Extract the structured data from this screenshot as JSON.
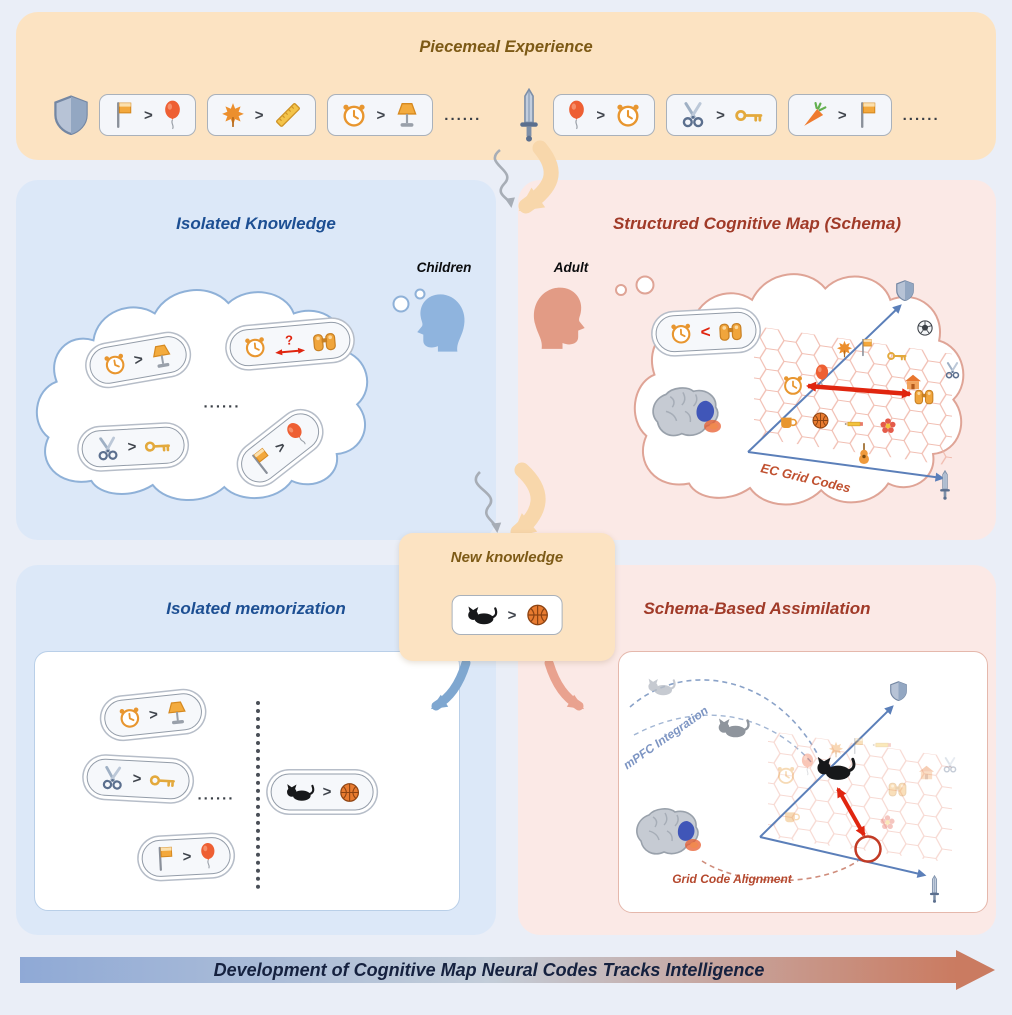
{
  "top": {
    "title": "Piecemeal Experience",
    "ellipsis": "......",
    "left_icon": "shield",
    "mid_icon": "sword",
    "left_pairs": [
      {
        "a": "flag",
        "rel": ">",
        "b": "balloon"
      },
      {
        "a": "leaf",
        "rel": ">",
        "b": "ruler"
      },
      {
        "a": "clock",
        "rel": ">",
        "b": "lamp"
      }
    ],
    "right_pairs": [
      {
        "a": "balloon",
        "rel": ">",
        "b": "clock"
      },
      {
        "a": "scissors",
        "rel": ">",
        "b": "key"
      },
      {
        "a": "carrot",
        "rel": ">",
        "b": "flag"
      }
    ]
  },
  "children": {
    "title": "Isolated Knowledge",
    "person_label": "Children",
    "head_icon": "head",
    "ellipsis": "......",
    "pairs": [
      {
        "a": "clock",
        "rel": ">",
        "b": "lamp"
      },
      {
        "a": "clock",
        "rel": "?",
        "b": "binoculars"
      },
      {
        "a": "scissors",
        "rel": ">",
        "b": "key"
      },
      {
        "a": "flag",
        "rel": ">",
        "b": "balloon"
      }
    ]
  },
  "adult": {
    "title": "Structured Cognitive Map (Schema)",
    "person_label": "Adult",
    "head_icon": "head",
    "brain_icon": "brain",
    "grid_label": "EC Grid Codes",
    "pair": {
      "a": "clock",
      "rel": "<",
      "b": "binoculars"
    },
    "map_icons": [
      "shield",
      "soccer",
      "leaf",
      "flag",
      "key",
      "scissors",
      "clock",
      "balloon",
      "house",
      "binoculars",
      "cup",
      "basketball",
      "pencil",
      "flower",
      "guitar",
      "sword"
    ]
  },
  "newk": {
    "title": "New knowledge",
    "pair": {
      "a": "cat",
      "rel": ">",
      "b": "basketball"
    }
  },
  "memo": {
    "title": "Isolated memorization",
    "ellipsis": "......",
    "pairs": [
      {
        "a": "clock",
        "rel": ">",
        "b": "lamp"
      },
      {
        "a": "scissors",
        "rel": ">",
        "b": "key"
      },
      {
        "a": "cat",
        "rel": ">",
        "b": "basketball"
      },
      {
        "a": "flag",
        "rel": ">",
        "b": "balloon"
      }
    ]
  },
  "assim": {
    "title": "Schema-Based Assimilation",
    "mpfc_label": "mPFC Integration",
    "align_label": "Grid Code Alignment",
    "cat_icon": "cat",
    "brain_icon": "brain",
    "map_icons": [
      "shield",
      "clock",
      "balloon",
      "leaf",
      "flag",
      "pencil",
      "binoculars",
      "house",
      "scissors",
      "cup",
      "flower",
      "sword"
    ]
  },
  "footer": {
    "text": "Development of Cognitive Map Neural Codes Tracks Intelligence"
  },
  "colors": {
    "accent_red": "#e0250f",
    "panel_blue": "#dce8f8",
    "panel_pink": "#fbe9e6",
    "panel_peach": "#fce3c2",
    "title_blue": "#1d4f93",
    "title_red": "#a03a28",
    "title_brown": "#7d5a16"
  }
}
